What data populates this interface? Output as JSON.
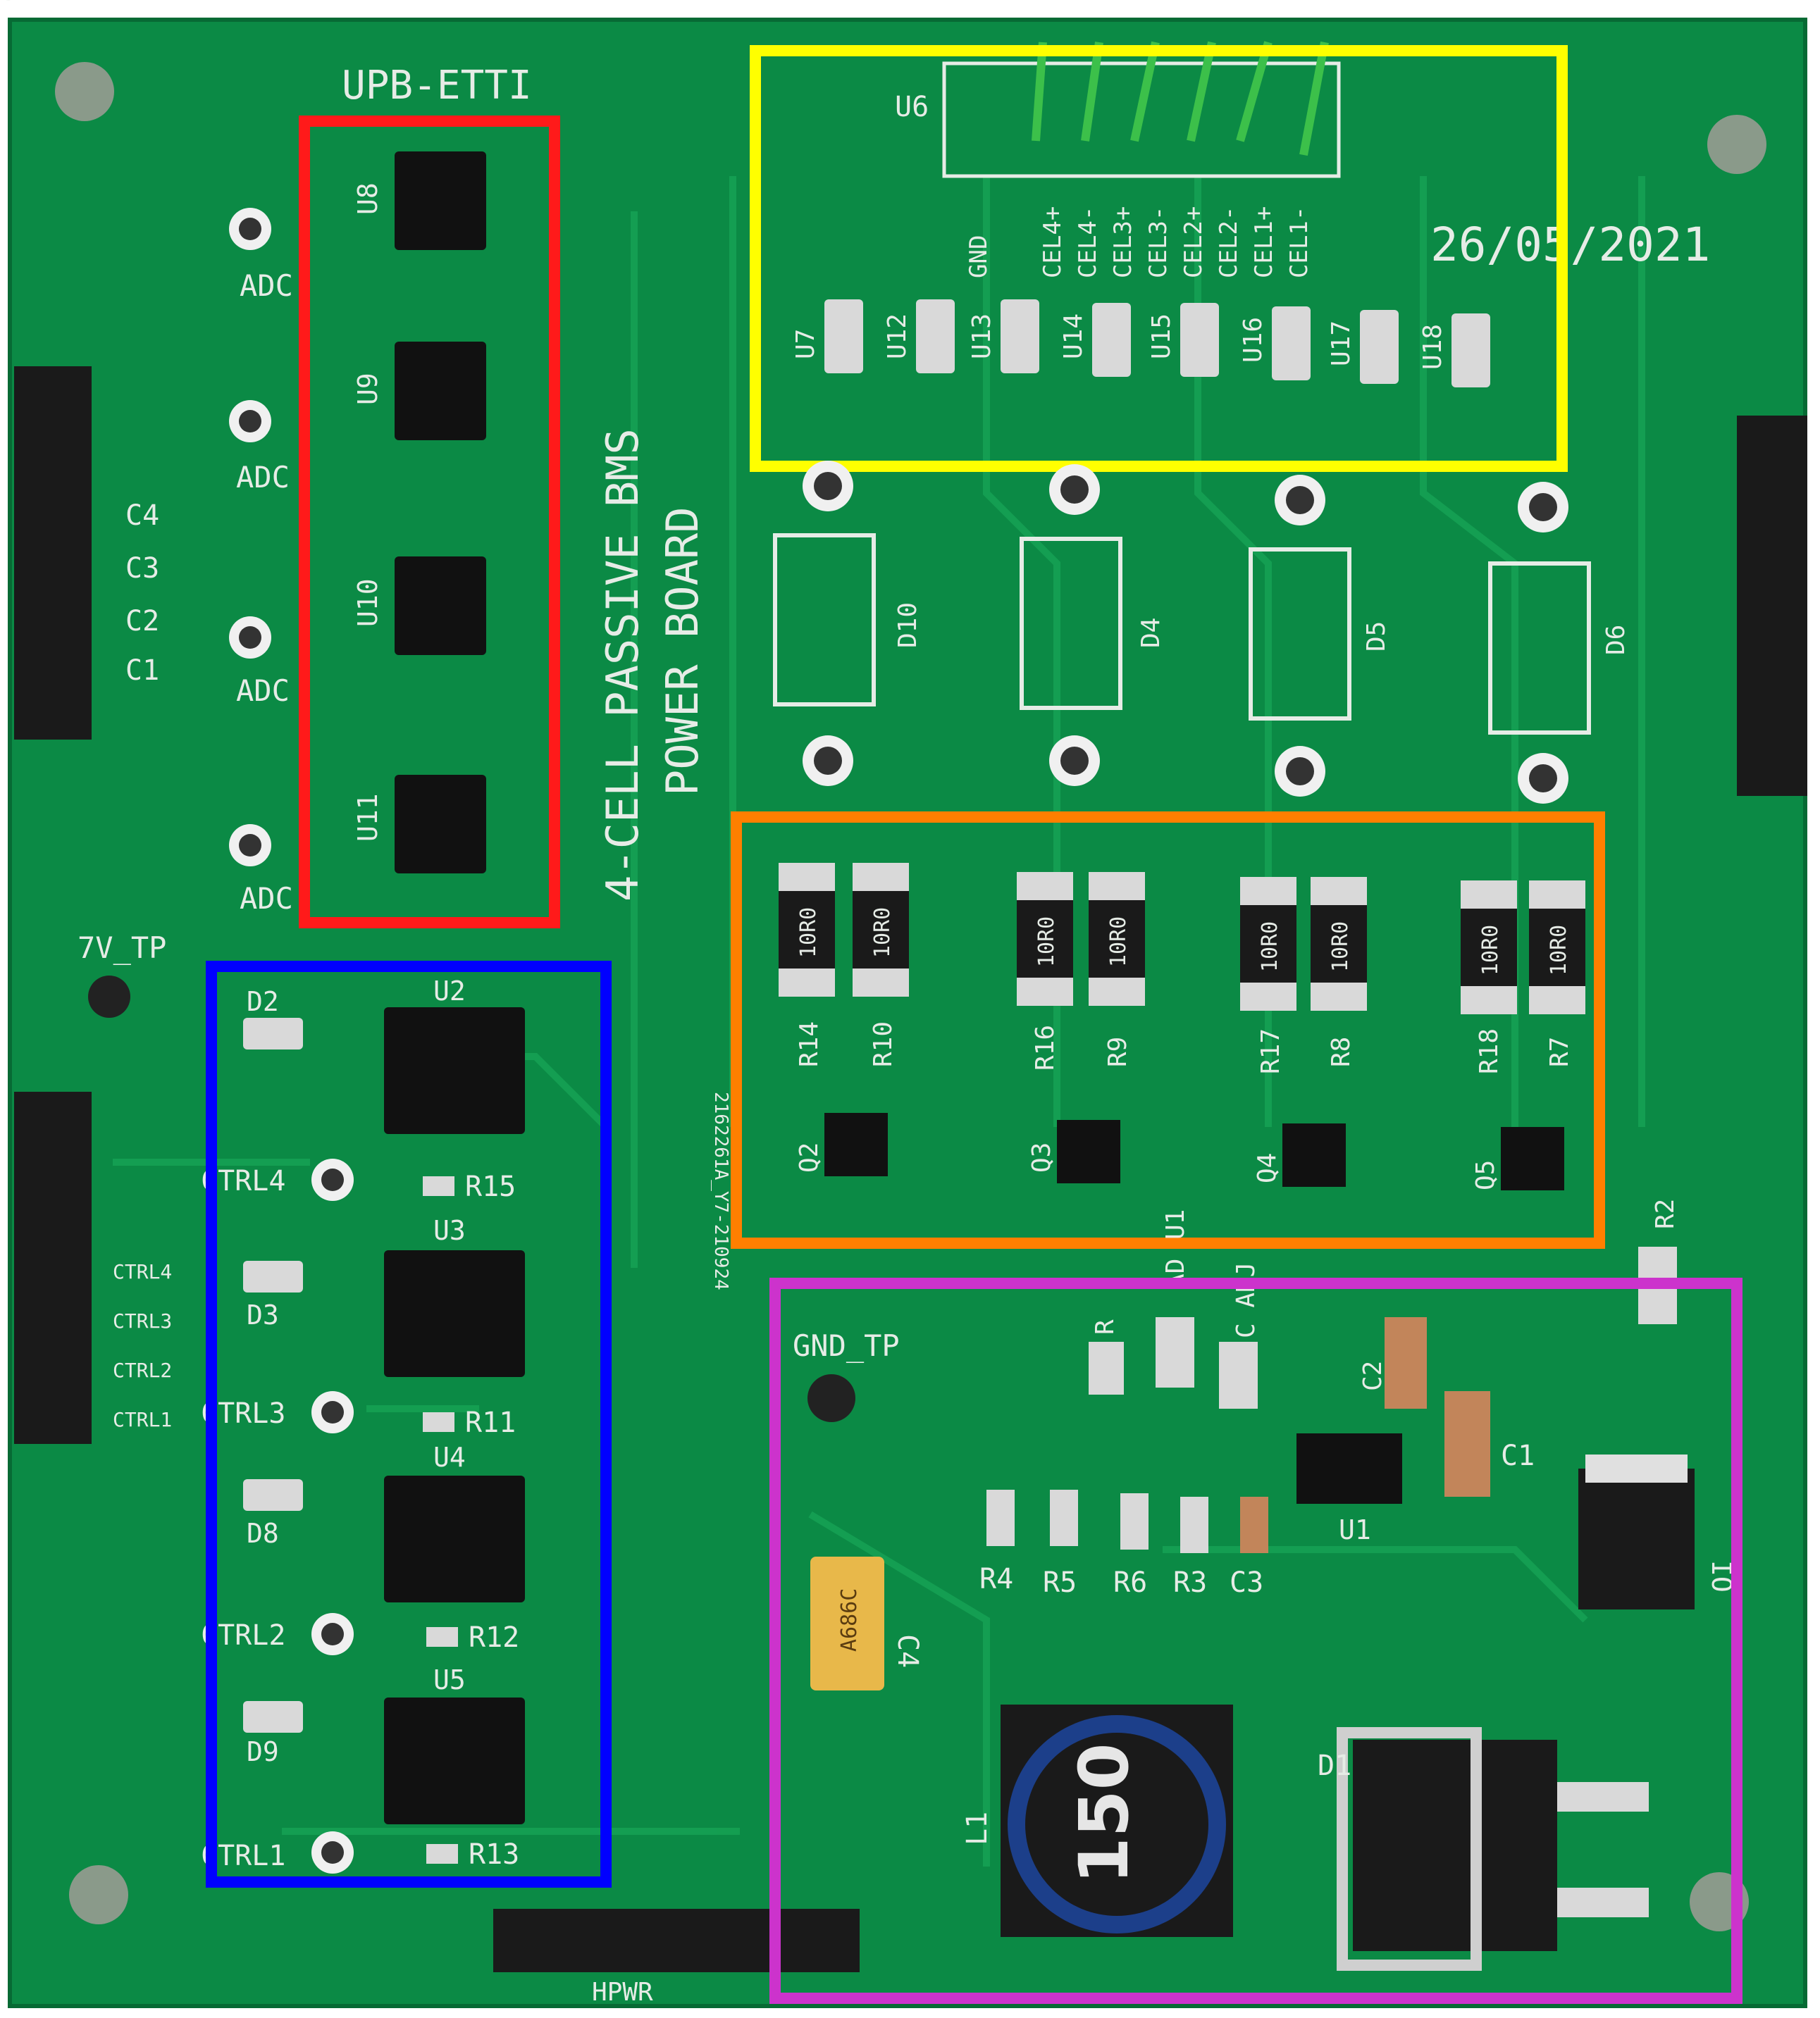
{
  "board": {
    "brand": "UPB-ETTI",
    "title_line1": "4-CELL PASSIVE BMS",
    "title_line2": "POWER BOARD",
    "date": "26/05/2021",
    "code": "2162261A_Y7-210924"
  },
  "colors": {
    "pcb": "#0b8a45",
    "highlight_red": "#ff1a1a",
    "highlight_yellow": "#ffff00",
    "highlight_blue": "#0000ff",
    "highlight_orange": "#ff7f00",
    "highlight_magenta": "#cc33cc"
  },
  "adc": {
    "labels": [
      "ADC",
      "ADC",
      "ADC",
      "ADC"
    ]
  },
  "red_group": {
    "chips": [
      "U8",
      "U9",
      "U10",
      "U11"
    ]
  },
  "left_header_top": {
    "labels": [
      "C4",
      "C3",
      "C2",
      "C1"
    ]
  },
  "left_header_bottom": {
    "labels": [
      "CTRL4",
      "CTRL3",
      "CTRL2",
      "CTRL1"
    ]
  },
  "testpoints": {
    "tp_7v": "7V_TP",
    "tp_gnd": "GND_TP"
  },
  "yellow_group": {
    "connector": "U6",
    "pins": [
      "GND",
      "GND",
      "CEL4+",
      "CEL4-",
      "CEL3+",
      "CEL3-",
      "CEL2+",
      "CEL2-",
      "CEL1+",
      "CEL1-"
    ],
    "parts": [
      "U7",
      "U12",
      "U13",
      "U14",
      "U15",
      "U16",
      "U17",
      "U18"
    ]
  },
  "diodes": {
    "labels": [
      "D10",
      "D4",
      "D5",
      "D6"
    ]
  },
  "orange_group": {
    "resistor_value": "10R0",
    "resistors": [
      "R14",
      "R10",
      "R16",
      "R9",
      "R17",
      "R8",
      "R18",
      "R7"
    ],
    "mosfets": [
      "Q2",
      "Q3",
      "Q4",
      "Q5"
    ]
  },
  "blue_group": {
    "drivers": [
      "U2",
      "U3",
      "U4",
      "U5"
    ],
    "leds": [
      "D2",
      "D3",
      "D8",
      "D9"
    ],
    "resistors": [
      "R15",
      "R11",
      "R12",
      "R13"
    ],
    "ctrl": [
      "CTRL4",
      "CTRL3",
      "CTRL2",
      "CTRL1"
    ]
  },
  "magenta_group": {
    "r2": "R2",
    "small_parts": [
      "R4",
      "R5",
      "R6",
      "R3",
      "C3"
    ],
    "c1": "C1",
    "c2": "C2",
    "c4": "C4",
    "cap_marking": "A686C",
    "u1": "U1",
    "u1_rot": "U1",
    "inductor": "L1",
    "inductor_value": "150",
    "diode": "D1",
    "regulator": "IO",
    "adj_partial": "AD",
    "cadj_partial": "C ADJ",
    "r_partial": "R"
  },
  "bottom_header": "HPWR"
}
